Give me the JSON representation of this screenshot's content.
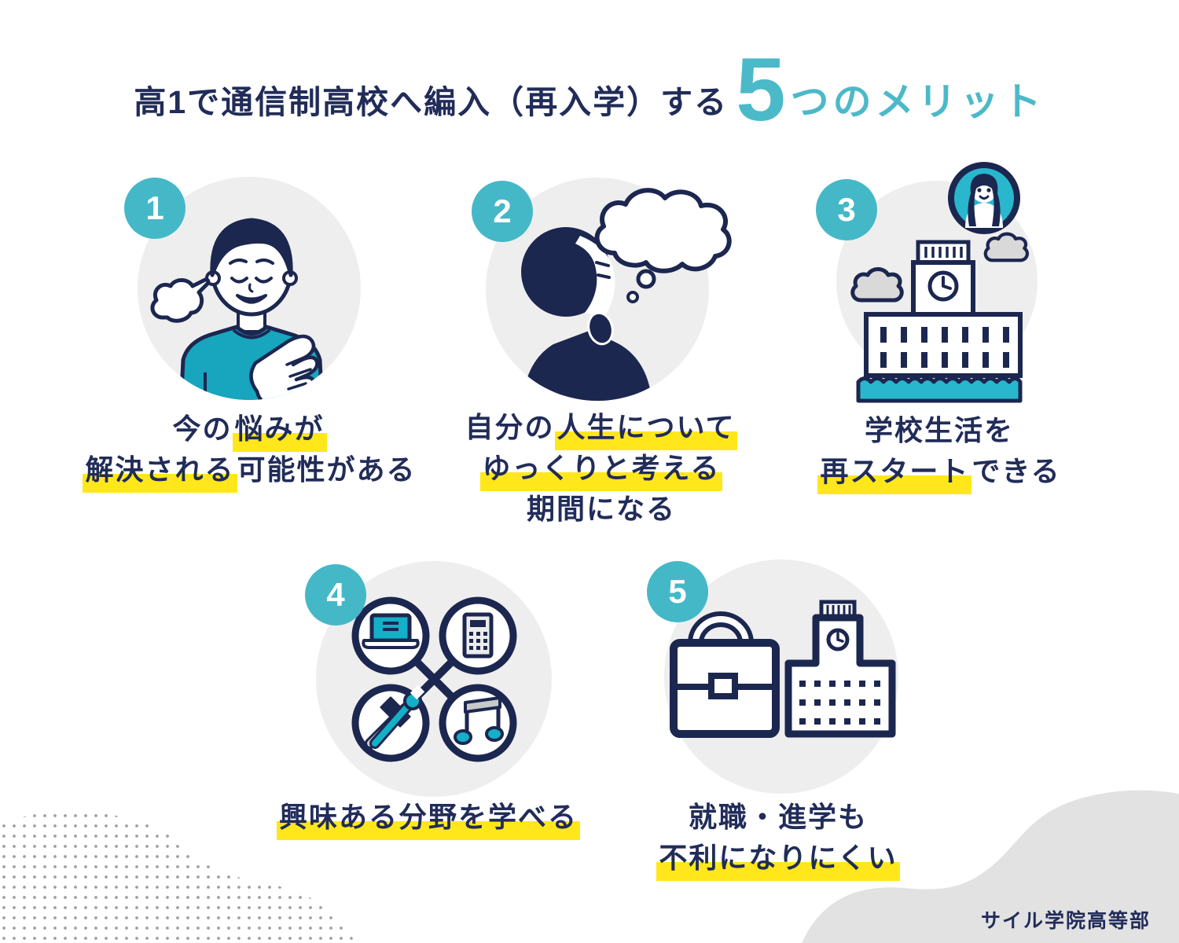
{
  "infographic": {
    "title": {
      "prefix": "高1で通信制高校へ編入（再入学）する",
      "number": "5",
      "suffix": "つのメリット"
    },
    "brand": "サイル学院高等部",
    "colors": {
      "navy": "#212c59",
      "navy_dark": "#1c2750",
      "teal_accent": "#4cb9c9",
      "teal_badge": "#45b8c8",
      "teal_fill": "#17a6be",
      "teal_bright": "#14b0c8",
      "highlight_yellow": "#ffe71c",
      "circle_gray": "#efeeee",
      "cloud_gray": "#d9d9d9",
      "blob_gray": "#e2e2e2",
      "dot_gray": "#9f9f9f"
    },
    "items": [
      {
        "number": "1",
        "illustration": "relieved-person",
        "caption_lines": [
          {
            "segments": [
              {
                "text": "今の",
                "highlight": false
              },
              {
                "text": "悩みが",
                "highlight": true
              }
            ]
          },
          {
            "segments": [
              {
                "text": "解決される",
                "highlight": true
              },
              {
                "text": "可能性がある",
                "highlight": false
              }
            ]
          }
        ]
      },
      {
        "number": "2",
        "illustration": "thinking-person",
        "caption_lines": [
          {
            "segments": [
              {
                "text": "自分の",
                "highlight": false
              },
              {
                "text": "人生について",
                "highlight": true
              }
            ]
          },
          {
            "segments": [
              {
                "text": "ゆっくりと考える",
                "highlight": true
              }
            ]
          },
          {
            "segments": [
              {
                "text": "期間になる",
                "highlight": false
              }
            ]
          }
        ]
      },
      {
        "number": "3",
        "illustration": "school-restart",
        "caption_lines": [
          {
            "segments": [
              {
                "text": "学校生活を",
                "highlight": false
              }
            ]
          },
          {
            "segments": [
              {
                "text": "再スタート",
                "highlight": true
              },
              {
                "text": "できる",
                "highlight": false
              }
            ]
          }
        ]
      },
      {
        "number": "4",
        "illustration": "interest-fields",
        "caption_lines": [
          {
            "segments": [
              {
                "text": "興味ある分野を学べる",
                "highlight": true
              }
            ]
          }
        ]
      },
      {
        "number": "5",
        "illustration": "work-and-study",
        "caption_lines": [
          {
            "segments": [
              {
                "text": "就職・進学も",
                "highlight": false
              }
            ]
          },
          {
            "segments": [
              {
                "text": "不利になりにくい",
                "highlight": true
              }
            ]
          }
        ]
      }
    ]
  }
}
